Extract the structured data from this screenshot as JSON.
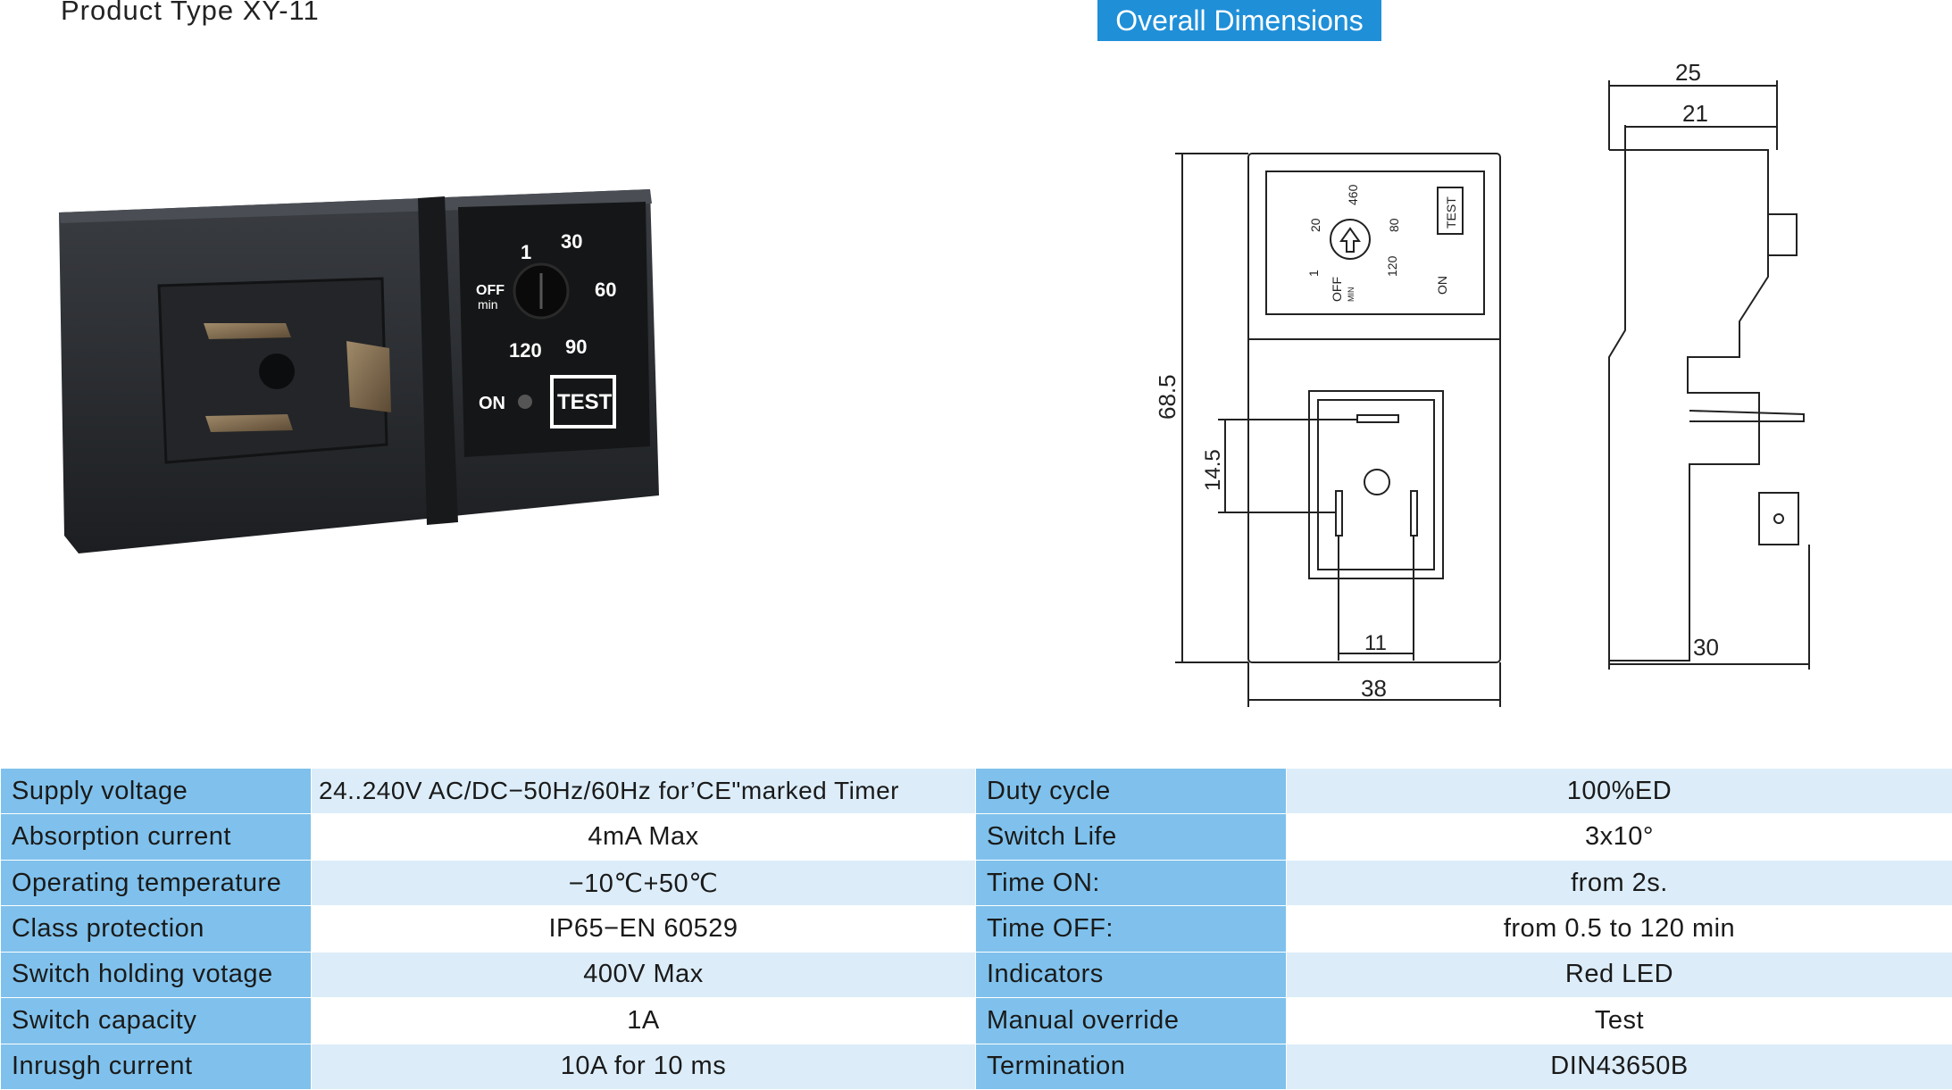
{
  "header": {
    "product_type": "Product Type XY-11",
    "dimensions_badge": "Overall Dimensions"
  },
  "photo": {
    "dial_labels": [
      "1",
      "30",
      "60",
      "90",
      "120"
    ],
    "off_label": "OFF",
    "min_label": "min",
    "on_label": "ON",
    "test_label": "TEST"
  },
  "drawing": {
    "front_labels": {
      "dial": [
        "20",
        "460",
        "80",
        "120",
        "1"
      ],
      "off": "OFF",
      "min": "MIN",
      "test": "TEST",
      "on": "ON"
    },
    "dimensions": {
      "height": "68.5",
      "pin_spacing_v": "14.5",
      "pin_spacing_h": "11",
      "width": "38",
      "depth_top": "25",
      "depth_inner": "21",
      "depth_bottom": "30"
    }
  },
  "specs": {
    "rows": [
      {
        "label": "Supply voltage",
        "value": "24..240V AC/DC−50Hz/60Hz for’CE\"marked Timer",
        "label2": "Duty cycle",
        "value2": "100%ED"
      },
      {
        "label": "Absorption current",
        "value": "4mA Max",
        "label2": "Switch Life",
        "value2": "3x10°"
      },
      {
        "label": "Operating temperature",
        "value": "−10℃+50℃",
        "label2": "Time ON:",
        "value2": "from 2s."
      },
      {
        "label": "Class protection",
        "value": "IP65−EN 60529",
        "label2": "Time OFF:",
        "value2": "from 0.5 to 120 min"
      },
      {
        "label": "Switch holding votage",
        "value": "400V Max",
        "label2": "Indicators",
        "value2": "Red  LED"
      },
      {
        "label": "Switch capacity",
        "value": "1A",
        "label2": "Manual override",
        "value2": "Test"
      },
      {
        "label": "Inrusgh current",
        "value": "10A for 10 ms",
        "label2": "Termination",
        "value2": "DIN43650B"
      }
    ]
  }
}
